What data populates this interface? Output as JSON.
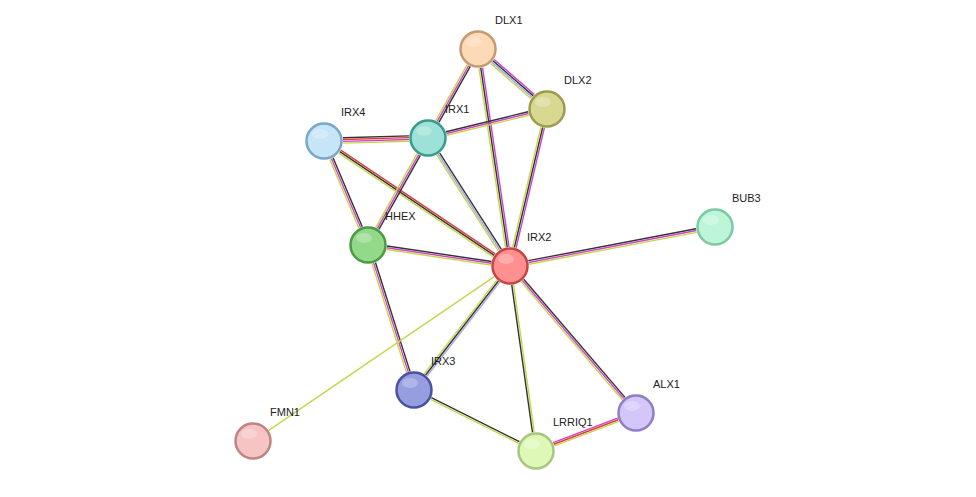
{
  "diagram": {
    "nodes": [
      {
        "text": [
          "DLX1"
        ]
      },
      {
        "text": [
          "DLX2"
        ]
      },
      {
        "text": [
          "IRX4"
        ]
      },
      {
        "text": [
          "IRX1"
        ]
      },
      {
        "text": [
          "HHEX"
        ]
      },
      {
        "text": [
          "BUB3"
        ]
      },
      {
        "text": [
          "IRX2"
        ]
      },
      {
        "text": [
          "IRX3"
        ]
      },
      {
        "text": [
          "ALX1"
        ]
      },
      {
        "text": [
          "FMN1"
        ]
      },
      {
        "text": [
          "LRRIQ1"
        ]
      }
    ],
    "edges": [
      {
        "from": 0,
        "to": 3,
        "arrow": "none"
      },
      {
        "from": 0,
        "to": 1,
        "arrow": "none"
      },
      {
        "from": 0,
        "to": 6,
        "arrow": "none"
      },
      {
        "from": 3,
        "to": 1,
        "arrow": "none"
      },
      {
        "from": 1,
        "to": 6,
        "arrow": "none"
      },
      {
        "from": 2,
        "to": 3,
        "arrow": "none"
      },
      {
        "from": 2,
        "to": 4,
        "arrow": "none"
      },
      {
        "from": 2,
        "to": 6,
        "arrow": "none"
      },
      {
        "from": 3,
        "to": 4,
        "arrow": "none"
      },
      {
        "from": 3,
        "to": 6,
        "arrow": "none"
      },
      {
        "from": 4,
        "to": 6,
        "arrow": "none"
      },
      {
        "from": 4,
        "to": 7,
        "arrow": "none"
      },
      {
        "from": 6,
        "to": 5,
        "arrow": "none"
      },
      {
        "from": 6,
        "to": 7,
        "arrow": "none"
      },
      {
        "from": 6,
        "to": 9,
        "arrow": "none"
      },
      {
        "from": 6,
        "to": 10,
        "arrow": "none"
      },
      {
        "from": 6,
        "to": 8,
        "arrow": "none"
      },
      {
        "from": 7,
        "to": 10,
        "arrow": "none"
      },
      {
        "from": 10,
        "to": 8,
        "arrow": "none"
      }
    ]
  }
}
